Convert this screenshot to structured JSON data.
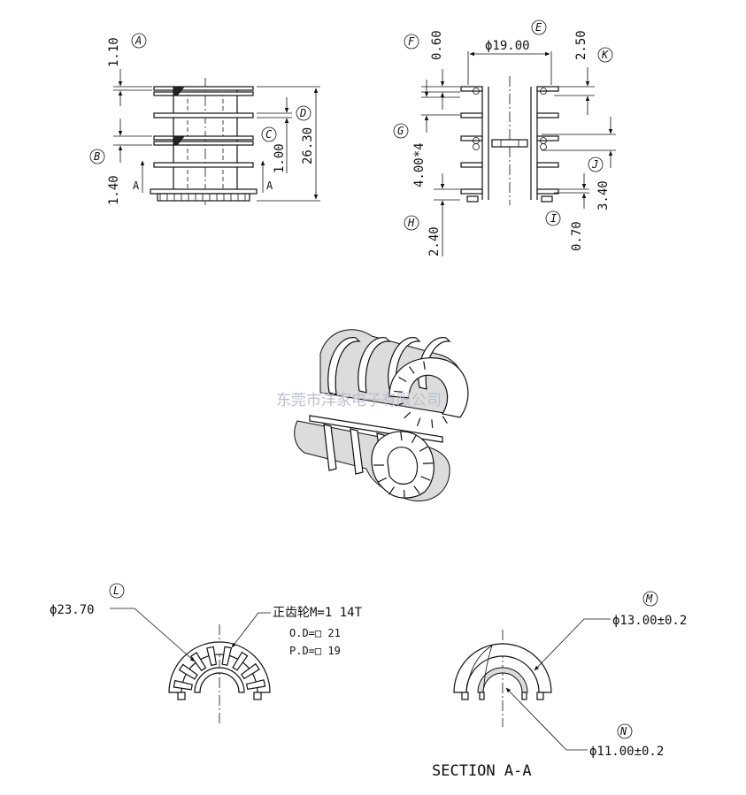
{
  "title": "",
  "dimensions": {
    "d_1_10": "1.10",
    "d_1_40": "1.40",
    "d_1_00": "1.00",
    "d_26_30": "26.30",
    "d_0_60": "0.60",
    "d_phi19": "ϕ19.00",
    "d_2_50": "2.50",
    "d_4_00x4": "4.00*4",
    "d_2_40": "2.40",
    "d_3_40": "3.40",
    "d_0_70": "0.70",
    "d_phi23_70": "ϕ23.70",
    "d_phi13": "ϕ13.00±0.2",
    "d_phi11": "ϕ11.00±0.2"
  },
  "callouts": [
    "A",
    "B",
    "C",
    "D",
    "E",
    "F",
    "G",
    "H",
    "I",
    "J",
    "K",
    "L",
    "M",
    "N"
  ],
  "section_marks": {
    "left": "A",
    "right": "A"
  },
  "gear_note": {
    "line1": "正齿轮M=1 14T",
    "line2": "O.D=□ 21",
    "line3": "P.D=□ 19"
  },
  "section_title": "SECTION A-A",
  "watermark": "东莞市洋家电子有限公司"
}
